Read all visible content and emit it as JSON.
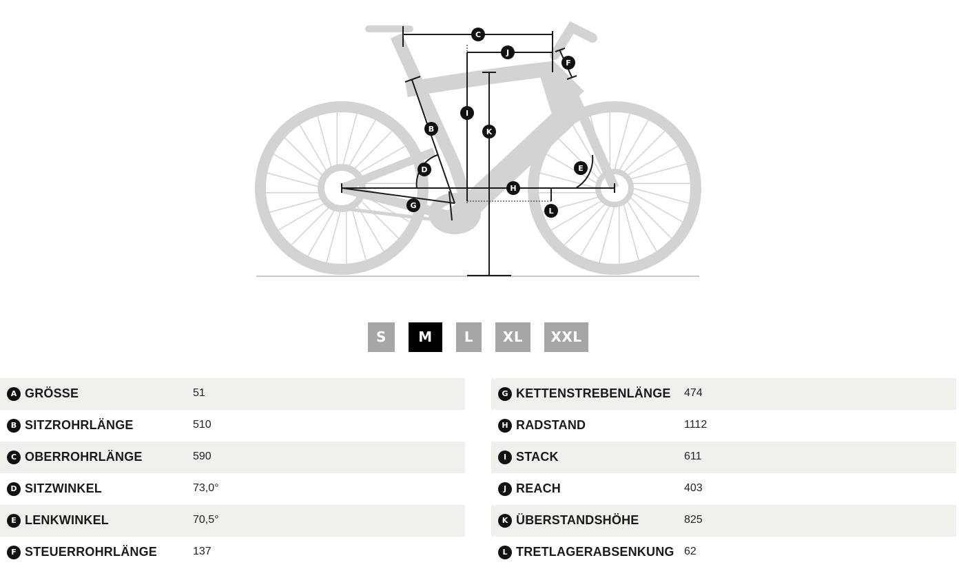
{
  "diagram": {
    "markers": [
      "C",
      "J",
      "F",
      "B",
      "I",
      "K",
      "D",
      "E",
      "H",
      "G",
      "L"
    ],
    "colors": {
      "frame": "#cfcfcf",
      "lines": "#1a1a1a",
      "marker_bg": "#111111",
      "marker_text": "#ffffff"
    }
  },
  "sizes": {
    "options": [
      "S",
      "M",
      "L",
      "XL",
      "XXL"
    ],
    "selected": "M",
    "colors": {
      "inactive": "#a6a6a6",
      "active": "#000000"
    }
  },
  "geometry": {
    "left": [
      {
        "letter": "A",
        "label": "GRÖßE",
        "value": "51"
      },
      {
        "letter": "B",
        "label": "SITZROHRLÄNGE",
        "value": "510"
      },
      {
        "letter": "C",
        "label": "OBERROHRLÄNGE",
        "value": "590"
      },
      {
        "letter": "D",
        "label": "SITZWINKEL",
        "value": "73,0°"
      },
      {
        "letter": "E",
        "label": "LENKWINKEL",
        "value": "70,5°"
      },
      {
        "letter": "F",
        "label": "STEUERROHRLÄNGE",
        "value": "137"
      }
    ],
    "right": [
      {
        "letter": "G",
        "label": "KETTENSTREBENLÄNGE",
        "value": "474"
      },
      {
        "letter": "H",
        "label": "RADSTAND",
        "value": "1112"
      },
      {
        "letter": "I",
        "label": "STACK",
        "value": "611"
      },
      {
        "letter": "J",
        "label": "REACH",
        "value": "403"
      },
      {
        "letter": "K",
        "label": "ÜBERSTANDSHÖHE",
        "value": "825"
      },
      {
        "letter": "L",
        "label": "TRETLAGERABSENKUNG",
        "value": "62"
      }
    ],
    "row_shade": "#f1f0ec"
  }
}
